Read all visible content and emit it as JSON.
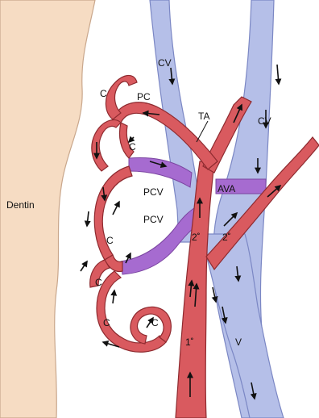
{
  "labels": {
    "dentin": "Dentin",
    "cv_top": "CV",
    "cv_right": "CV",
    "pc": "PC",
    "ta": "TA",
    "ava": "AVA",
    "pcv_upper": "PCV",
    "pcv_lower": "PCV",
    "secondary_left": "2˚",
    "secondary_right": "2˚",
    "primary": "1˚",
    "venule": "V",
    "capillaries": [
      "C",
      "C",
      "C",
      "C",
      "C",
      "C"
    ]
  },
  "colors": {
    "dentin_fill": "#f6dcc3",
    "dentin_edge": "#c9a78c",
    "arteriole_fill": "#d95a5f",
    "arteriole_edge": "#8e2a2f",
    "venule_fill": "#b5bfe8",
    "venule_edge": "#7b87c4",
    "postcapillary_fill": "#a66bd0",
    "arrow": "#111111"
  }
}
